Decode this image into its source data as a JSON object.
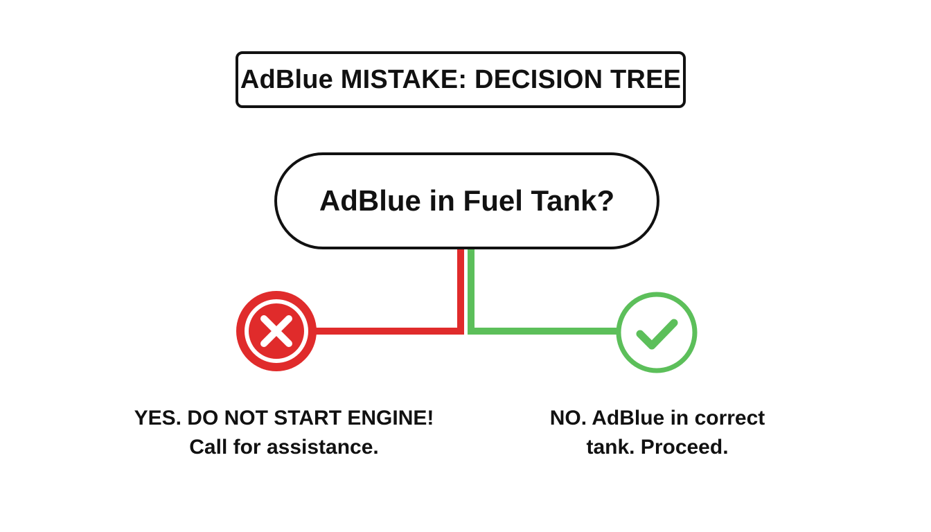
{
  "title": "AdBlue MISTAKE: DECISION TREE",
  "question": "AdBlue in Fuel Tank?",
  "branches": {
    "yes": {
      "icon": "x-circle-icon",
      "color": "#e02b2b",
      "line1": "YES. DO NOT START ENGINE!",
      "line2": "Call for assistance."
    },
    "no": {
      "icon": "check-circle-icon",
      "color": "#5cbf5a",
      "line1": "NO. AdBlue in correct",
      "line2": "tank. Proceed."
    }
  }
}
